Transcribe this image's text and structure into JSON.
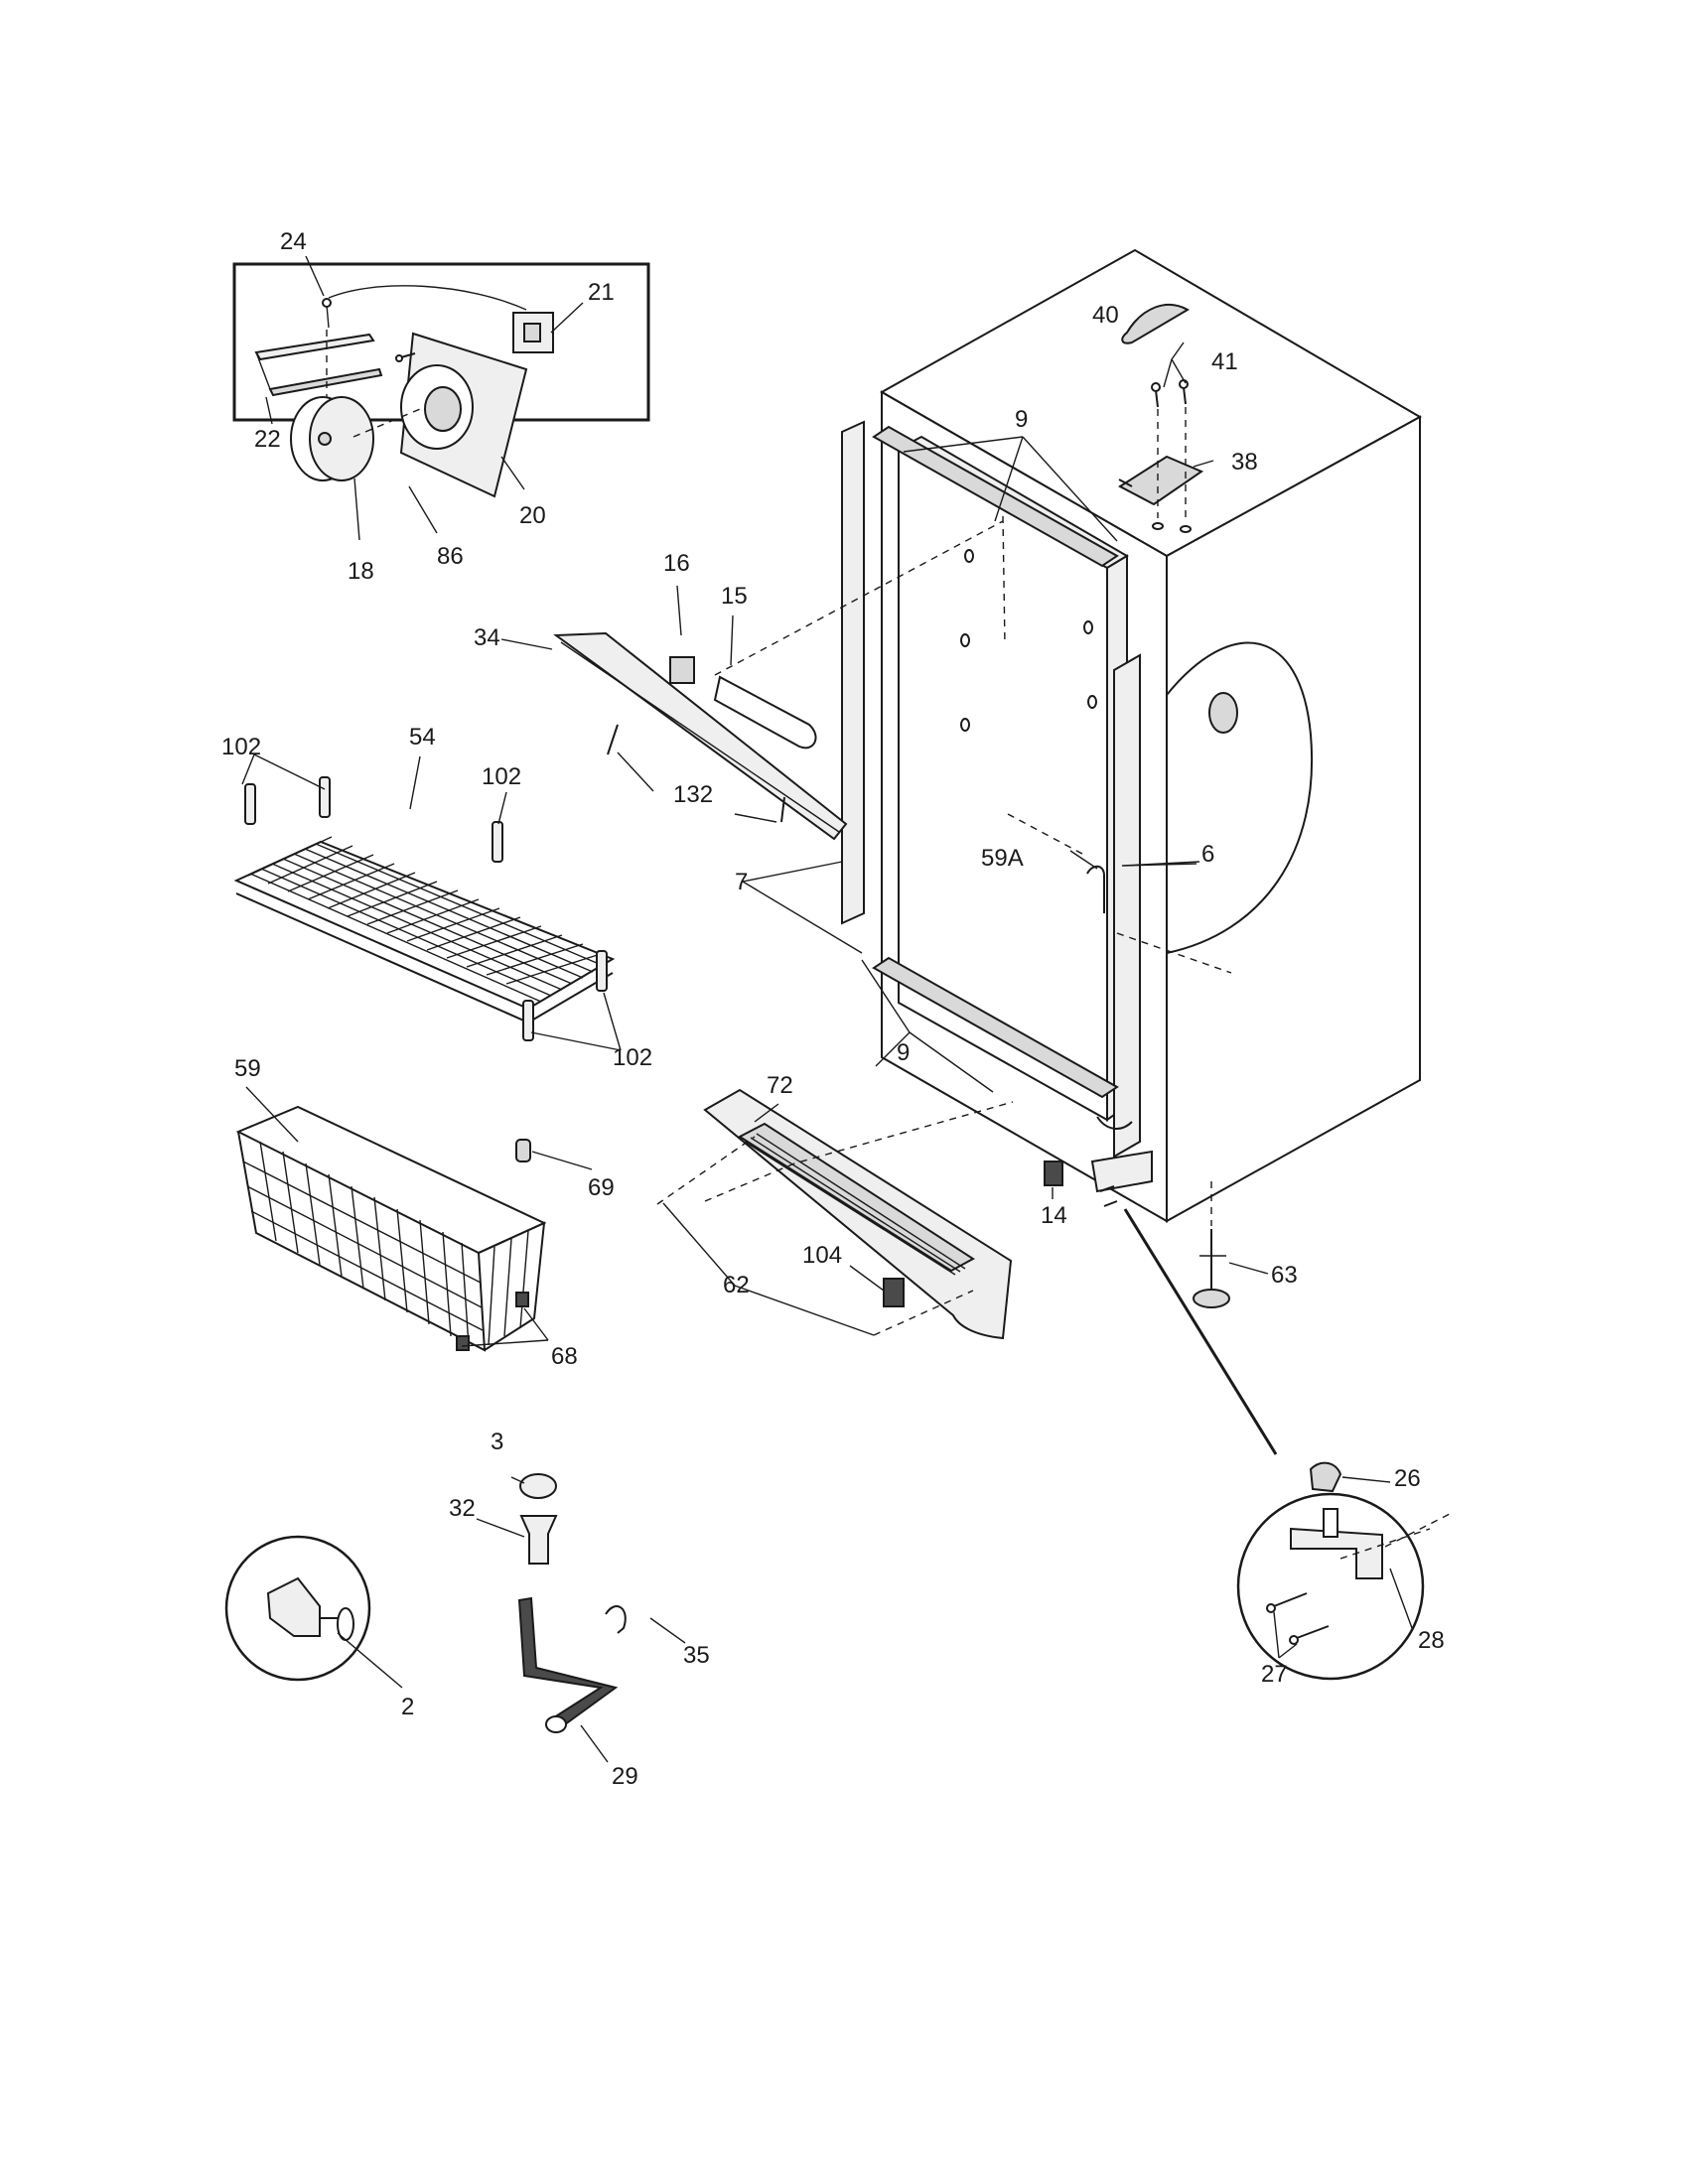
{
  "diagram": {
    "callouts": [
      "24",
      "21",
      "22",
      "20",
      "18",
      "86",
      "16",
      "15",
      "34",
      "132",
      "102",
      "54",
      "102",
      "102",
      "59",
      "69",
      "68",
      "72",
      "104",
      "62",
      "9",
      "9",
      "40",
      "41",
      "38",
      "7",
      "59A",
      "6",
      "14",
      "63",
      "26",
      "27",
      "28",
      "3",
      "32",
      "35",
      "2",
      "29"
    ]
  }
}
